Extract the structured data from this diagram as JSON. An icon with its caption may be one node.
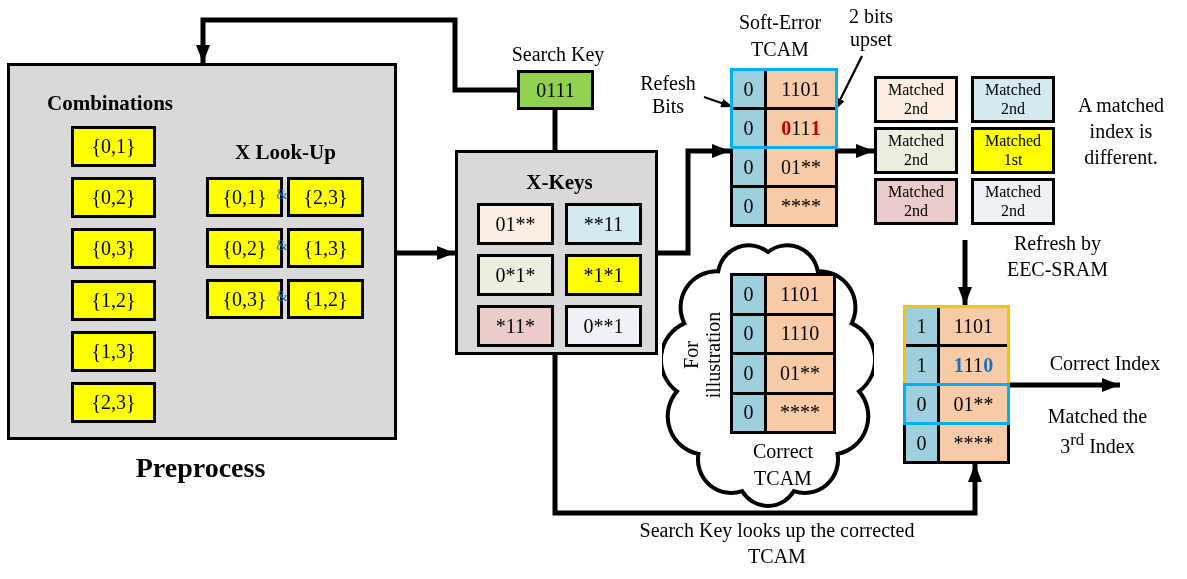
{
  "diagram": {
    "nodes": [
      {
        "text": [
          "Combinations",
          "X Look-Up",
          "Preprocess"
        ]
      },
      {
        "text": [
          "{0,1}"
        ],
        "in": 0
      },
      {
        "text": [
          "{0,2}"
        ],
        "in": 0
      },
      {
        "text": [
          "{0,3}"
        ],
        "in": 0
      },
      {
        "text": [
          "{1,2}"
        ],
        "in": 0
      },
      {
        "text": [
          "{1,3}"
        ],
        "in": 0
      },
      {
        "text": [
          "{2,3}"
        ],
        "in": 0
      },
      {
        "text": [
          "{0,1}"
        ],
        "in": 0
      },
      {
        "text": [
          "{2,3}"
        ],
        "in": 0
      },
      {
        "text": [
          "{0,2}"
        ],
        "in": 0
      },
      {
        "text": [
          "{1,3}"
        ],
        "in": 0
      },
      {
        "text": [
          "{0,3}"
        ],
        "in": 0
      },
      {
        "text": [
          "{1,2}"
        ],
        "in": 0
      },
      {
        "text": [
          "0111"
        ],
        "beside": [
          "Search Key"
        ]
      },
      {
        "text": [
          "X-Keys"
        ]
      },
      {
        "text": [
          "01**"
        ],
        "in": 14
      },
      {
        "text": [
          "**11"
        ],
        "in": 14
      },
      {
        "text": [
          "0*1*"
        ],
        "in": 14
      },
      {
        "text": [
          "*1*1"
        ],
        "in": 14
      },
      {
        "text": [
          "*11*"
        ],
        "in": 14
      },
      {
        "text": [
          "0**1"
        ],
        "in": 14
      },
      {
        "text": [
          "Refesh Bits"
        ]
      },
      {
        "text": [
          "2 bits upset"
        ]
      },
      {
        "text": [
          "Soft-Error TCAM"
        ]
      },
      {
        "text": [
          "0"
        ],
        "in": 23
      },
      {
        "text": [
          "1101"
        ],
        "in": 23
      },
      {
        "text": [
          "0"
        ],
        "in": 23
      },
      {
        "text": [
          "**0**11**1**"
        ],
        "in": 23
      },
      {
        "text": [
          "0"
        ],
        "in": 23
      },
      {
        "text": [
          "01**"
        ],
        "in": 23
      },
      {
        "text": [
          "0"
        ],
        "in": 23
      },
      {
        "text": [
          "****"
        ],
        "in": 23
      },
      {
        "text": [
          "Matched 2nd"
        ]
      },
      {
        "text": [
          "Matched 2nd"
        ]
      },
      {
        "text": [
          "Matched 2nd"
        ]
      },
      {
        "text": [
          "Matched 1st"
        ]
      },
      {
        "text": [
          "Matched 2nd"
        ]
      },
      {
        "text": [
          "Matched 2nd"
        ]
      },
      {
        "text": [
          "For illustration"
        ]
      },
      {
        "text": [
          "Correct TCAM"
        ],
        "in": 38
      },
      {
        "text": [
          "0"
        ],
        "in": 39
      },
      {
        "text": [
          "1101"
        ],
        "in": 39
      },
      {
        "text": [
          "0"
        ],
        "in": 39
      },
      {
        "text": [
          "1110"
        ],
        "in": 39
      },
      {
        "text": [
          "0"
        ],
        "in": 39
      },
      {
        "text": [
          "01**"
        ],
        "in": 39
      },
      {
        "text": [
          "0"
        ],
        "in": 39
      },
      {
        "text": [
          "****"
        ],
        "in": 39
      },
      {
        "text": [],
        "shape": "box"
      },
      {
        "text": [
          "1"
        ],
        "in": 48
      },
      {
        "text": [
          "1101"
        ],
        "in": 48
      },
      {
        "text": [
          "1"
        ],
        "in": 48
      },
      {
        "text": [
          "**1**11**0**"
        ],
        "in": 48
      },
      {
        "text": [
          "0"
        ],
        "in": 48
      },
      {
        "text": [
          "01**"
        ],
        "in": 48
      },
      {
        "text": [
          "0"
        ],
        "in": 48
      },
      {
        "text": [
          "****"
        ],
        "in": 48
      }
    ],
    "edges": [
      {
        "from": 13,
        "to": 0,
        "arrow": "to"
      },
      {
        "from": 13,
        "to": 14,
        "arrow": "none"
      },
      {
        "from": 0,
        "to": 14,
        "arrow": "to"
      },
      {
        "from": 14,
        "to": 23,
        "arrow": "to"
      },
      {
        "from": 21,
        "to": 24,
        "arrow": "to"
      },
      {
        "from": 22,
        "to": 27,
        "arrow": "to"
      },
      {
        "from": 23,
        "to": 34,
        "arrow": "to"
      },
      {
        "from": null,
        "to": 48,
        "arrow": "to",
        "label": "Refresh by EEC-SRAM"
      },
      {
        "from": 14,
        "to": 48,
        "arrow": "to",
        "label": "Search Key looks up the corrected TCAM"
      },
      {
        "from": 48,
        "to": null,
        "arrow": "to",
        "label": "Correct Index"
      }
    ],
    "labels": [
      "&",
      "&",
      "&",
      "A matched index is different.",
      "Matched the 3$^{rd}$ Index"
    ]
  }
}
